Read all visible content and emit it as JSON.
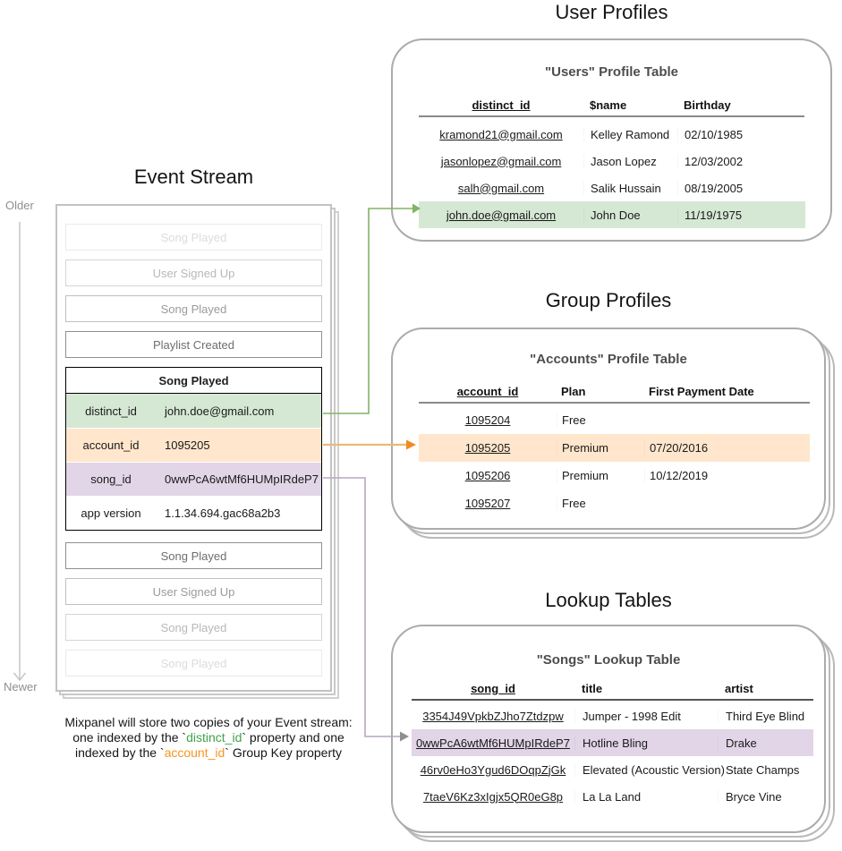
{
  "event_stream": {
    "title": "Event Stream",
    "older_label": "Older",
    "newer_label": "Newer",
    "events_before": [
      {
        "label": "Song Played",
        "fade": 4
      },
      {
        "label": "User Signed Up",
        "fade": 3
      },
      {
        "label": "Song Played",
        "fade": 2
      },
      {
        "label": "Playlist Created",
        "fade": 1
      }
    ],
    "expanded_event": {
      "title": "Song Played",
      "rows": [
        {
          "key": "distinct_id",
          "value": "john.doe@gmail.com",
          "highlight": "green"
        },
        {
          "key": "account_id",
          "value": "1095205",
          "highlight": "orange"
        },
        {
          "key": "song_id",
          "value": "0wwPcA6wtMf6HUMpIRdeP7",
          "highlight": "purple"
        },
        {
          "key": "app version",
          "value": "1.1.34.694.gac68a2b3",
          "highlight": "none"
        }
      ]
    },
    "events_after": [
      {
        "label": "Song Played",
        "fade": 1
      },
      {
        "label": "User Signed Up",
        "fade": 2
      },
      {
        "label": "Song Played",
        "fade": 3
      },
      {
        "label": "Song Played",
        "fade": 4
      }
    ]
  },
  "user_profiles": {
    "section_title": "User Profiles",
    "table_title": "\"Users\" Profile Table",
    "columns": [
      "distinct_id",
      "$name",
      "Birthday"
    ],
    "rows": [
      [
        "kramond21@gmail.com",
        "Kelley Ramond",
        "02/10/1985"
      ],
      [
        "jasonlopez@gmail.com",
        "Jason Lopez",
        "12/03/2002"
      ],
      [
        "salh@gmail.com",
        "Salik Hussain",
        "08/19/2005"
      ],
      [
        "john.doe@gmail.com",
        "John Doe",
        "11/19/1975"
      ]
    ],
    "highlighted_row": 3,
    "highlight": "green"
  },
  "group_profiles": {
    "section_title": "Group Profiles",
    "table_title": "\"Accounts\" Profile Table",
    "columns": [
      "account_id",
      "Plan",
      "First Payment Date"
    ],
    "rows": [
      [
        "1095204",
        "Free",
        ""
      ],
      [
        "1095205",
        "Premium",
        "07/20/2016"
      ],
      [
        "1095206",
        "Premium",
        "10/12/2019"
      ],
      [
        "1095207",
        "Free",
        ""
      ]
    ],
    "highlighted_row": 1,
    "highlight": "orange"
  },
  "lookup_tables": {
    "section_title": "Lookup Tables",
    "table_title": "\"Songs\" Lookup Table",
    "columns": [
      "song_id",
      "title",
      "artist"
    ],
    "rows": [
      [
        "3354J49VpkbZJho7Ztdzpw",
        "Jumper - 1998 Edit",
        "Third Eye Blind"
      ],
      [
        "0wwPcA6wtMf6HUMpIRdeP7",
        "Hotline Bling",
        "Drake"
      ],
      [
        "46rv0eHo3Ygud6DOqpZjGk",
        "Elevated (Acoustic Version)",
        "State Champs"
      ],
      [
        "7taeV6Kz3xIgjx5QR0eG8p",
        "La La Land",
        "Bryce Vine"
      ]
    ],
    "highlighted_row": 1,
    "highlight": "purple"
  },
  "caption": {
    "line1": "Mixpanel will store two copies of your Event stream:",
    "line2_pre": "one indexed by the `",
    "line2_key": "distinct_id",
    "line2_post": "` property and one",
    "line3_pre": "indexed by the `",
    "line3_key": "account_id",
    "line3_post": "` Group Key property"
  },
  "colors": {
    "green_row": "#d5e8d4",
    "orange_row": "#ffe6cc",
    "purple_row": "#e1d5e7",
    "green_connector": "#82b366",
    "orange_connector": "#e9b97c",
    "orange_arrowhead": "#f08c1d",
    "purple_connector": "#b7a6c3",
    "gray_arrowhead": "#8f8f8f",
    "caption_green": "#3fa34a",
    "caption_orange": "#f7941e"
  }
}
